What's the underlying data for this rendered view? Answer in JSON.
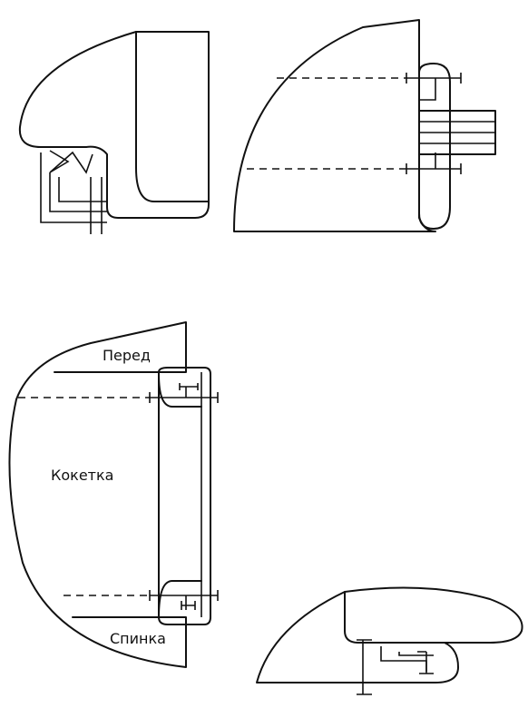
{
  "labels": {
    "front": "Перед",
    "yoke": "Кокетка",
    "back": "Спинка"
  },
  "colors": {
    "ink": "#111111",
    "paper": "#ffffff"
  }
}
